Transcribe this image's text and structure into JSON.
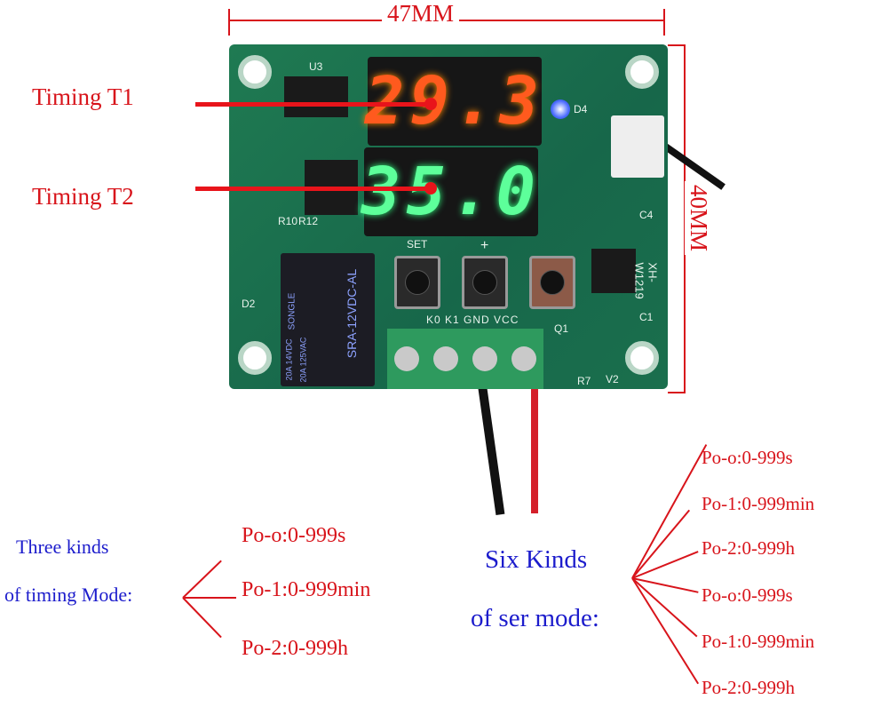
{
  "dimensions": {
    "width_label": "47MM",
    "height_label": "40MM"
  },
  "callouts": {
    "t1": "Timing T1",
    "t2": "Timing T2"
  },
  "board": {
    "display_top": "29.3",
    "display_bottom": "35.0",
    "buttons": [
      "SET",
      "+"
    ],
    "terminals": "K0 K1 GND VCC",
    "model": "XH-W1219",
    "relay": {
      "brand": "SONGLE",
      "model": "SRA-12VDC-AL",
      "rating1": "20A 14VDC",
      "rating2": "20A 125VAC"
    },
    "silk": {
      "u3": "U3",
      "d2": "D2",
      "q1": "Q1",
      "v2": "V2",
      "r7": "R7",
      "c4": "C4",
      "c1": "C1",
      "d4": "D4",
      "r10": "R10",
      "r12": "R12"
    }
  },
  "left_group": {
    "title1": "Three kinds",
    "title2": "of timing Mode:",
    "modes": [
      "Po-o:0-999s",
      "Po-1:0-999min",
      "Po-2:0-999h"
    ]
  },
  "right_group": {
    "title1": "Six Kinds",
    "title2": "of ser mode:",
    "modes": [
      "Po-o:0-999s",
      "Po-1:0-999min",
      "Po-2:0-999h",
      "Po-o:0-999s",
      "Po-1:0-999min",
      "Po-2:0-999h"
    ]
  },
  "colors": {
    "accent_red": "#d8141b",
    "text_blue": "#1c1ccc",
    "display_red": "#ff5a1e",
    "display_green": "#5dff9a"
  }
}
